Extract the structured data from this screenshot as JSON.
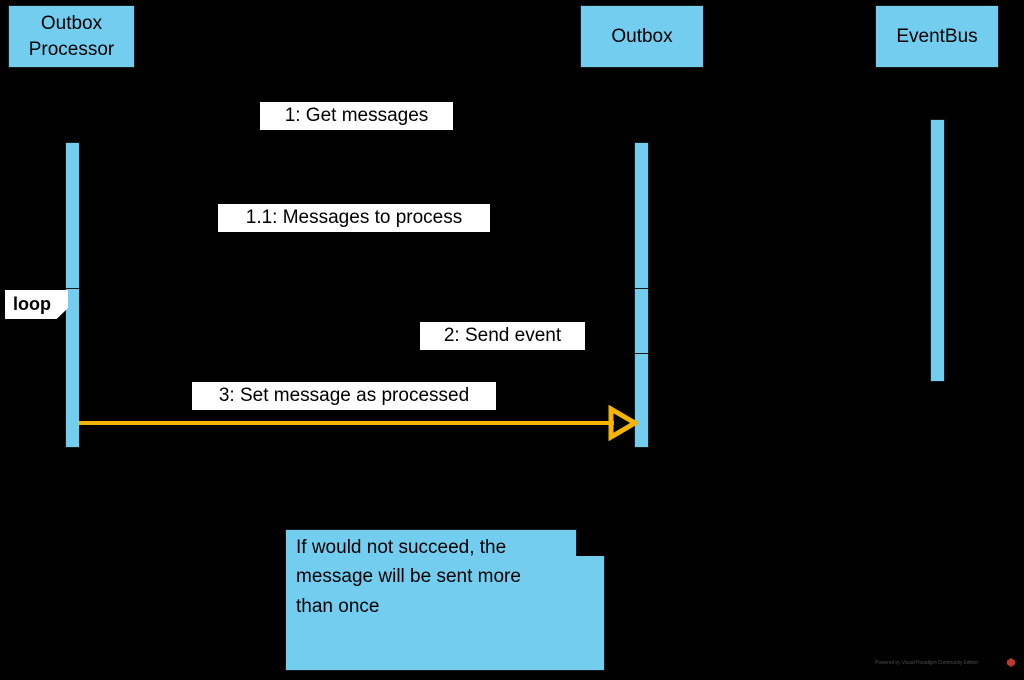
{
  "diagram": {
    "type": "uml-sequence-diagram",
    "title": "Outbox Processor",
    "background_color": "#000000",
    "accent_color": "#73CDEF",
    "arrow_color": "#F5B400",
    "label_background": "#FFFFFF"
  },
  "lifelines": [
    {
      "id": "outbox-processor",
      "label": "Outbox\nProcessor",
      "label_line1": "Outbox",
      "label_line2": "Processor"
    },
    {
      "id": "outbox",
      "label": "Outbox"
    },
    {
      "id": "eventbus",
      "label": "EventBus"
    }
  ],
  "fragments": [
    {
      "id": "loop",
      "operator": "loop"
    }
  ],
  "messages": [
    {
      "seq": "1",
      "label": "1: Get messages",
      "from": "outbox-processor",
      "to": "outbox"
    },
    {
      "seq": "1.1",
      "label": "1.1: Messages to process",
      "from": "outbox",
      "to": "outbox-processor"
    },
    {
      "seq": "2",
      "label": "2: Send event",
      "from": "outbox-processor",
      "to": "eventbus"
    },
    {
      "seq": "3",
      "label": "3: Set message as processed",
      "from": "outbox-processor",
      "to": "outbox"
    }
  ],
  "notes": [
    {
      "id": "retry-note",
      "text": "If would not succeed, the message will be sent more than once",
      "line1": "If would not succeed, the",
      "line2": "message will be sent more",
      "line3": "than once"
    }
  ],
  "watermark": {
    "text": "Powered by Visual Paradigm Community Edition"
  }
}
